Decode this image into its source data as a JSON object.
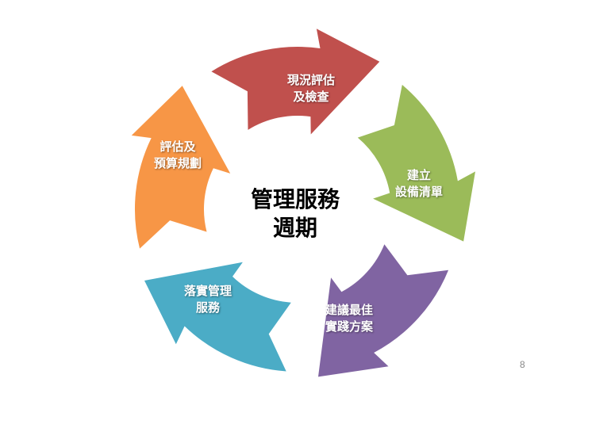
{
  "title": [
    "管理服務",
    "週期"
  ],
  "steps": [
    {
      "lines": [
        "現況評估",
        "及檢查"
      ],
      "color": "#C0504D"
    },
    {
      "lines": [
        "建立",
        "設備清單"
      ],
      "color": "#9BBB59"
    },
    {
      "lines": [
        "建議最佳",
        "實踐方案"
      ],
      "color": "#8064A2"
    },
    {
      "lines": [
        "落實管理",
        "服務"
      ],
      "color": "#4BACC6"
    },
    {
      "lines": [
        "評估及",
        "預算規劃"
      ],
      "color": "#F79646"
    }
  ],
  "page_number": "8"
}
